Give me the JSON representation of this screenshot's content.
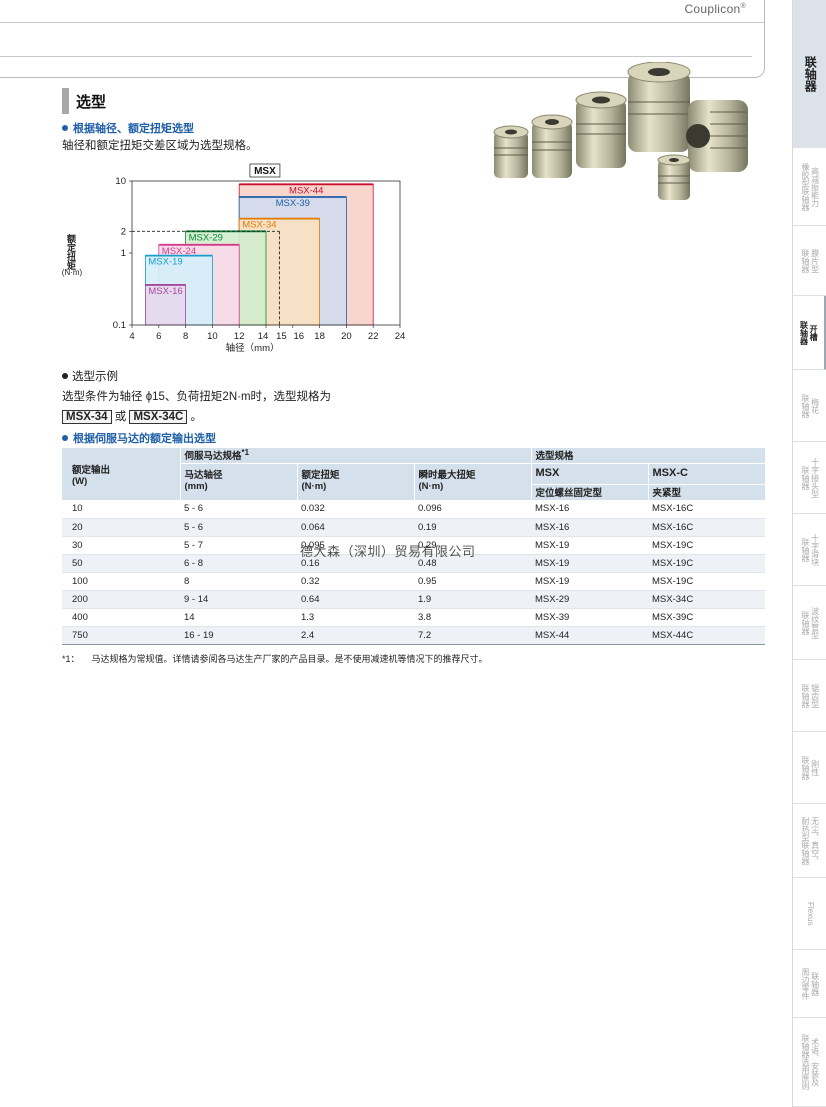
{
  "header": {
    "brand": "Couplicon",
    "brand_mark": "®"
  },
  "section": {
    "title": "选型",
    "sub1": "根据轴径、额定扭矩选型",
    "desc": "轴径和额定扭矩交差区域为选型规格。"
  },
  "chart_data": {
    "type": "area",
    "title": "MSX",
    "xlabel": "轴径（mm）",
    "ylabel": "额定扭矩",
    "ylabel_unit": "(N·m)",
    "x_ticks": [
      "4",
      "6",
      "8",
      "10",
      "12",
      "14",
      "15",
      "16",
      "18",
      "20",
      "22",
      "24"
    ],
    "y_ticks": [
      "0.1",
      "1",
      "2",
      "10"
    ],
    "xlim": [
      4,
      24
    ],
    "ylim": [
      0.1,
      10
    ],
    "y_scale": "log",
    "series": [
      {
        "name": "MSX-44",
        "x_range": [
          12,
          22
        ],
        "torque": 9.0,
        "color": "#c8102e",
        "fill": "#f7d2c9"
      },
      {
        "name": "MSX-39",
        "x_range": [
          12,
          20
        ],
        "torque": 6.0,
        "color": "#1f5fa8",
        "fill": "#d2dcef"
      },
      {
        "name": "MSX-34",
        "x_range": [
          12,
          18
        ],
        "torque": 3.0,
        "color": "#e07b00",
        "fill": "#fbe1c2"
      },
      {
        "name": "MSX-29",
        "x_range": [
          8,
          14
        ],
        "torque": 2.0,
        "color": "#0a8a3a",
        "fill": "#d2eccc"
      },
      {
        "name": "MSX-24",
        "x_range": [
          6,
          12
        ],
        "torque": 1.3,
        "color": "#d6398c",
        "fill": "#f8d9e8"
      },
      {
        "name": "MSX-19",
        "x_range": [
          5,
          10
        ],
        "torque": 0.92,
        "color": "#159fcf",
        "fill": "#d5eef8"
      },
      {
        "name": "MSX-16",
        "x_range": [
          5,
          8
        ],
        "torque": 0.36,
        "color": "#a4479d",
        "fill": "#e7d8ec"
      }
    ],
    "reference_line": {
      "x": 15,
      "y": 2
    },
    "grid": false
  },
  "example": {
    "heading": "选型示例",
    "line1": "选型条件为轴径 ϕ15、负荷扭矩2N·m时，选型规格为",
    "option1": "MSX-34",
    "or": "或",
    "option2": "MSX-34C",
    "tail": "。"
  },
  "motor": {
    "sub2": "根据伺服马达的额定输出选型",
    "h_rated_out": "额定输出",
    "h_rated_out_unit": "(W)",
    "h_servo": "伺服马达规格",
    "h_servo_mark": "*1",
    "h_shaft": "马达轴径",
    "h_shaft_unit": "(mm)",
    "h_torque": "额定扭矩",
    "h_torque_unit": "(N·m)",
    "h_peak": "瞬时最大扭矩",
    "h_peak_unit": "(N·m)",
    "h_spec": "选型规格",
    "h_msx": "MSX",
    "h_msxc": "MSX-C",
    "h_msx_type": "定位螺丝固定型",
    "h_msxc_type": "夹紧型",
    "rows": [
      [
        "10",
        "5 -  6",
        "0.032",
        "0.096",
        "MSX-16",
        "MSX-16C"
      ],
      [
        "20",
        "5 -  6",
        "0.064",
        "0.19",
        "MSX-16",
        "MSX-16C"
      ],
      [
        "30",
        "5 -  7",
        "0.095",
        "0.29",
        "MSX-19",
        "MSX-19C"
      ],
      [
        "50",
        "6 -  8",
        "0.16",
        "0.48",
        "MSX-19",
        "MSX-19C"
      ],
      [
        "100",
        "8",
        "0.32",
        "0.95",
        "MSX-19",
        "MSX-19C"
      ],
      [
        "200",
        "9 - 14",
        "0.64",
        "1.9",
        "MSX-29",
        "MSX-34C"
      ],
      [
        "400",
        "14",
        "1.3",
        "3.8",
        "MSX-39",
        "MSX-39C"
      ],
      [
        "750",
        "16 - 19",
        "2.4",
        "7.2",
        "MSX-44",
        "MSX-44C"
      ]
    ],
    "watermark": "德大森（深圳）贸易有限公司",
    "footnote_mark": "*1：",
    "footnote": "马达规格为常规值。详情请参阅各马达生产厂家的产品目录。是不使用减速机等情况下的推荐尺寸。"
  },
  "sidebar": [
    "联轴器",
    "高减振能力\n橡胶型联轴器",
    "膜片型\n联轴器",
    "开槽\n联轴器",
    "梅花\n联轴器",
    "十字接头型\n联轴器",
    "十字滑块\n联轴器",
    "波纹管型\n联轴器",
    "锯齿型\n联轴器",
    "刚性\n联轴器",
    "无尘、真空、\n耐热型联轴器",
    "Flexus",
    "联轴器\n周边零件",
    "术语、安装及\n联轴器选用原则"
  ]
}
